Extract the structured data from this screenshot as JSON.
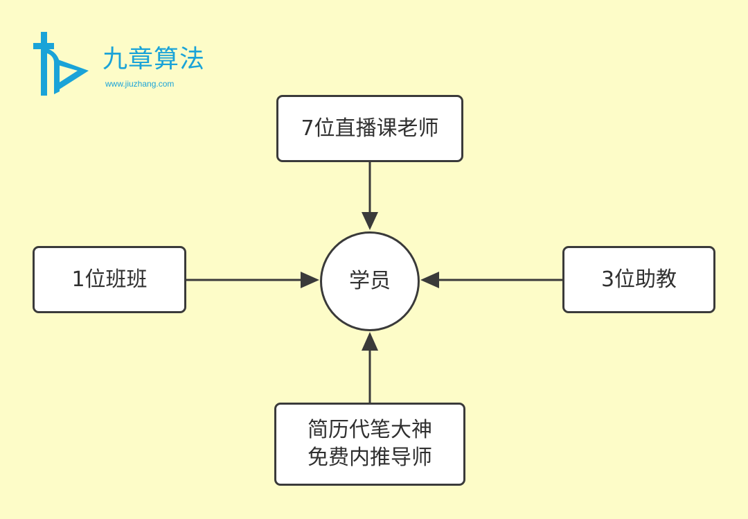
{
  "logo": {
    "name": "九章算法",
    "url": "www.jiuzhang.com",
    "color": "#1aa3d8"
  },
  "diagram": {
    "center": {
      "label": "学员"
    },
    "nodes": {
      "top": {
        "label": "7位直播课老师"
      },
      "left": {
        "label": "1位班班"
      },
      "right": {
        "label": "3位助教"
      },
      "bottom": {
        "lines": [
          "简历代笔大神",
          "免费内推导师"
        ]
      }
    },
    "edges": [
      {
        "from": "top",
        "to": "center"
      },
      {
        "from": "left",
        "to": "center"
      },
      {
        "from": "right",
        "to": "center"
      },
      {
        "from": "bottom",
        "to": "center"
      }
    ],
    "colors": {
      "background": "#fdfcc8",
      "stroke": "#3a3a3a",
      "node_fill": "#ffffff"
    }
  }
}
